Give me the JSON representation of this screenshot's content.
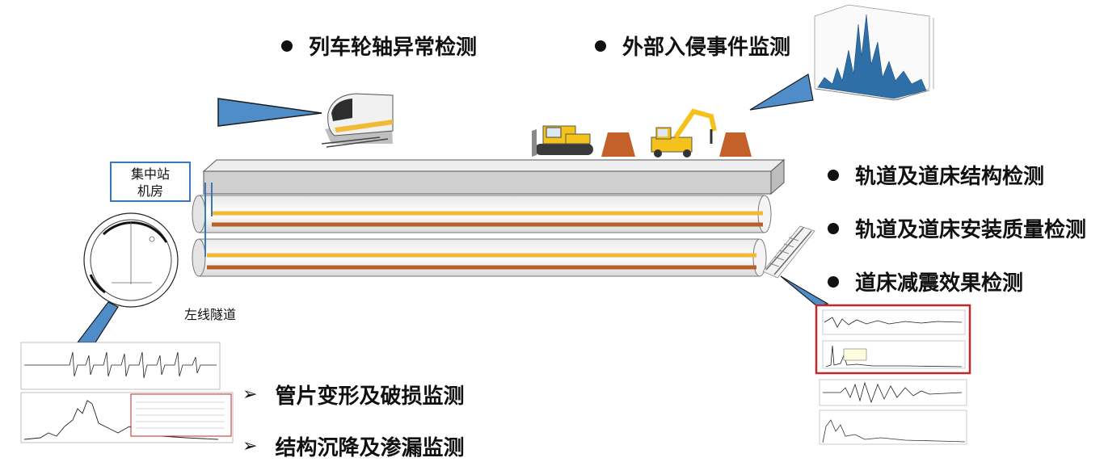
{
  "monitoring_items_top": [
    {
      "label": "列车轮轴异常检测"
    },
    {
      "label": "外部入侵事件监测"
    }
  ],
  "monitoring_items_right": [
    {
      "label": "轨道及道床结构检测"
    },
    {
      "label": "轨道及道床安装质量检测"
    },
    {
      "label": "道床减震效果检测"
    }
  ],
  "monitoring_items_bottom": [
    {
      "label": "管片变形及破损监测"
    },
    {
      "label": "结构沉降及渗漏监测"
    }
  ],
  "station_box": {
    "line1": "集中站",
    "line2": "机房"
  },
  "tunnel_label": "左线隧道",
  "colors": {
    "callout_blue": "#4f8dc9",
    "fiber_yellow": "#f2b934",
    "fiber_brown": "#b8602a",
    "slab_gray": "#d9d9d9",
    "highlight_red": "#c0282a"
  },
  "icons": [
    "train-icon",
    "bulldozer-icon",
    "excavator-icon",
    "soil-mound-icon",
    "spectrum-3d-plot",
    "track-rail-icon",
    "tunnel-section-icon"
  ]
}
